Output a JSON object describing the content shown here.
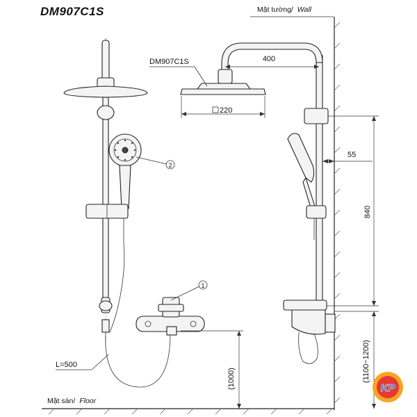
{
  "title": "DM907C1S",
  "labels": {
    "wall_vi": "Mặt tường/",
    "wall_en": "Wall",
    "floor_vi": "Mặt sàn/",
    "floor_en": "Floor",
    "model_callout": "DM907C1S",
    "hose_length": "L=500"
  },
  "dimensions": {
    "arm_length": "400",
    "head_diameter": "220",
    "bracket_offset": "55",
    "rail_height": "840",
    "mixer_height": "(1000)",
    "head_height": "(1100~1200)"
  },
  "callouts": {
    "mixer": "1",
    "hand_shower": "2"
  },
  "logo": {
    "text": "KP",
    "colors": {
      "ring": "#f5a623",
      "center": "#e53935",
      "text": "#1565c0"
    }
  }
}
